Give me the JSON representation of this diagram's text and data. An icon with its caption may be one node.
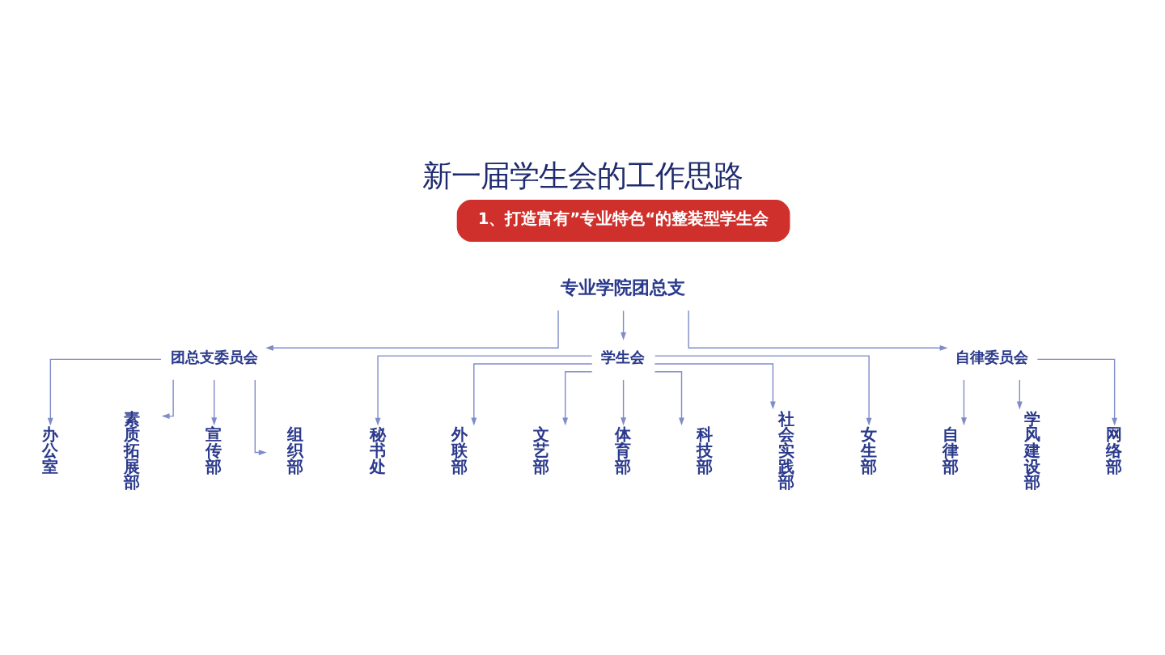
{
  "diagram": {
    "title": "新一届学生会的工作思路",
    "nodes": [
      {
        "text": [
          "1、打造富有”专业特色“的整装型学生会"
        ]
      },
      {
        "text": [
          "专业学院团总支"
        ]
      },
      {
        "text": [
          "团总支委员会"
        ]
      },
      {
        "text": [
          "学生会"
        ]
      },
      {
        "text": [
          "自律委员会"
        ]
      },
      {
        "text": [
          "办公室"
        ]
      },
      {
        "text": [
          "素质拓展部"
        ]
      },
      {
        "text": [
          "宣传部"
        ]
      },
      {
        "text": [
          "组织部"
        ]
      },
      {
        "text": [
          "秘书处"
        ]
      },
      {
        "text": [
          "外联部"
        ]
      },
      {
        "text": [
          "文艺部"
        ]
      },
      {
        "text": [
          "体育部"
        ]
      },
      {
        "text": [
          "科技部"
        ]
      },
      {
        "text": [
          "社会实践部"
        ]
      },
      {
        "text": [
          "女生部"
        ]
      },
      {
        "text": [
          "自律部"
        ]
      },
      {
        "text": [
          "学风建设部"
        ]
      },
      {
        "text": [
          "网络部"
        ]
      }
    ],
    "edges": [
      {
        "from": 1,
        "to": 2,
        "arrow": "to"
      },
      {
        "from": 1,
        "to": 3,
        "arrow": "to"
      },
      {
        "from": 1,
        "to": 4,
        "arrow": "to"
      },
      {
        "from": 2,
        "to": 5,
        "arrow": "to"
      },
      {
        "from": 2,
        "to": 6,
        "arrow": "to"
      },
      {
        "from": 2,
        "to": 7,
        "arrow": "to"
      },
      {
        "from": 2,
        "to": 8,
        "arrow": "to"
      },
      {
        "from": 3,
        "to": 9,
        "arrow": "to"
      },
      {
        "from": 3,
        "to": 10,
        "arrow": "to"
      },
      {
        "from": 3,
        "to": 11,
        "arrow": "to"
      },
      {
        "from": 3,
        "to": 12,
        "arrow": "to"
      },
      {
        "from": 3,
        "to": 13,
        "arrow": "to"
      },
      {
        "from": 3,
        "to": 14,
        "arrow": "to"
      },
      {
        "from": 3,
        "to": 15,
        "arrow": "to"
      },
      {
        "from": 4,
        "to": 16,
        "arrow": "to"
      },
      {
        "from": 4,
        "to": 17,
        "arrow": "to"
      },
      {
        "from": 4,
        "to": 18,
        "arrow": "to"
      }
    ]
  }
}
